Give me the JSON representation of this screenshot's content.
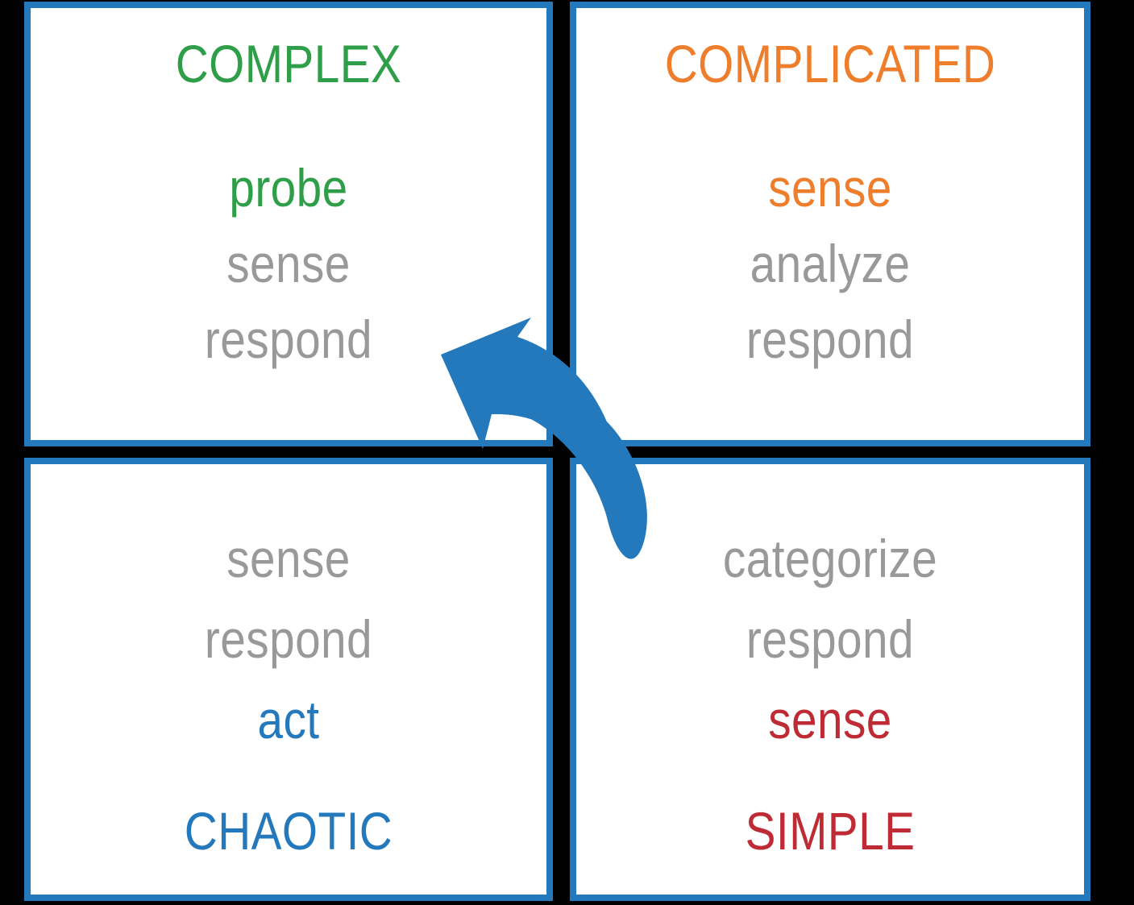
{
  "diagram": {
    "title": "Cynefin framework quadrants",
    "background_color": "#000000",
    "border_color": "#2479bd",
    "panel_color": "#ffffff"
  },
  "colors": {
    "gray": "#999999",
    "green": "#2e9e48",
    "orange": "#ee7d2c",
    "blue": "#2479bd",
    "red": "#be2b35"
  },
  "quadrants": {
    "complex": {
      "heading": "COMPLEX",
      "heading_color": "#2e9e48",
      "lines": [
        "probe",
        "sense",
        "respond"
      ],
      "line_colors": [
        "#2e9e48",
        "#999999",
        "#999999"
      ]
    },
    "complicated": {
      "heading": "COMPLICATED",
      "heading_color": "#ee7d2c",
      "lines": [
        "sense",
        "analyze",
        "respond"
      ],
      "line_colors": [
        "#ee7d2c",
        "#999999",
        "#999999"
      ]
    },
    "chaotic": {
      "heading": "CHAOTIC",
      "heading_color": "#2479bd",
      "lines": [
        "sense",
        "respond",
        "act"
      ],
      "line_colors": [
        "#999999",
        "#999999",
        "#2479bd"
      ]
    },
    "simple": {
      "heading": "SIMPLE",
      "heading_color": "#be2b35",
      "lines": [
        "categorize",
        "respond",
        "sense"
      ],
      "line_colors": [
        "#999999",
        "#999999",
        "#be2b35"
      ]
    }
  },
  "arrow": {
    "name": "curved-arrow",
    "color": "#2479bd",
    "direction": "from lower-right toward upper-left",
    "from_quadrant": "simple",
    "to_quadrant": "complex"
  }
}
